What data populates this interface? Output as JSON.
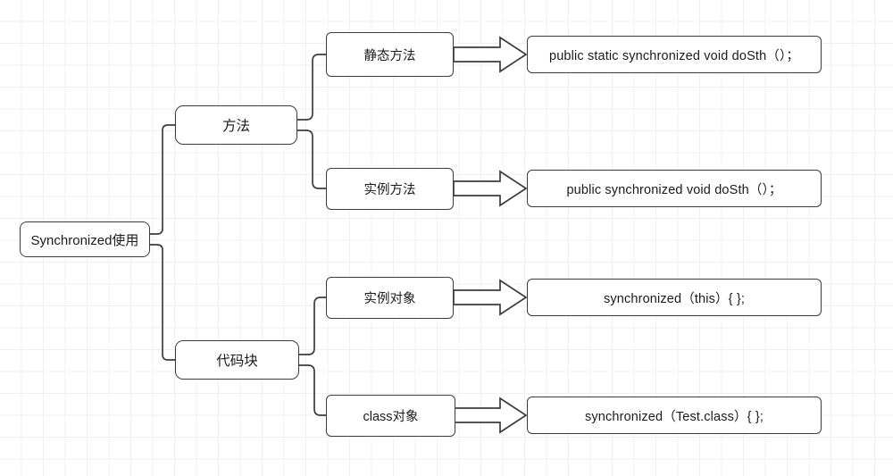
{
  "diagram": {
    "title": "Synchronized使用",
    "background": "#ffffff",
    "grid_color": "#e6e8ea",
    "node_border_color": "#3d3d3d",
    "text_color": "#1b1b1b",
    "root": {
      "label": "Synchronized使用"
    },
    "branches": [
      {
        "label": "方法",
        "children": [
          {
            "label": "静态方法",
            "code": "public static  synchronized void doSth（）；"
          },
          {
            "label": "实例方法",
            "code": "public   synchronized void doSth（）；"
          }
        ]
      },
      {
        "label": "代码块",
        "children": [
          {
            "label": "实例对象",
            "code": "synchronized（this）{ };"
          },
          {
            "label": "class对象",
            "code": "synchronized（Test.class）{ };"
          }
        ]
      }
    ]
  }
}
